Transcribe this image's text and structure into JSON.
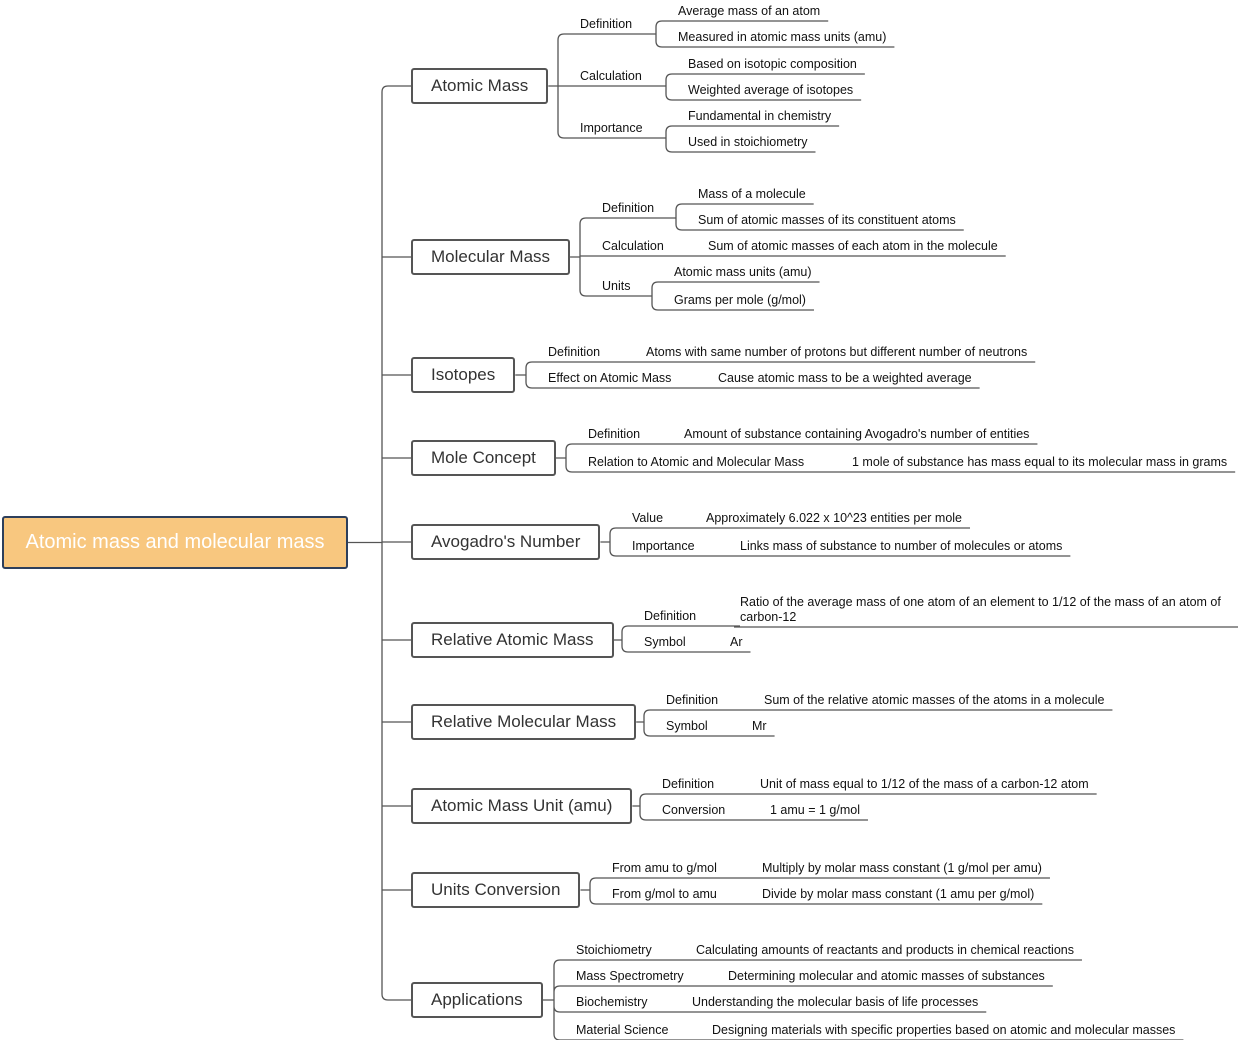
{
  "root": {
    "label": "Atomic mass and molecular mass",
    "color": "#f8c77f",
    "border": "#2d3f5c"
  },
  "topics": [
    {
      "label": "Atomic Mass",
      "subtopics": [
        {
          "label": "Definition",
          "details": [
            "Average mass of an atom",
            "Measured in atomic mass units (amu)"
          ]
        },
        {
          "label": "Calculation",
          "details": [
            "Based on isotopic composition",
            "Weighted average of isotopes"
          ]
        },
        {
          "label": "Importance",
          "details": [
            "Fundamental in chemistry",
            "Used in stoichiometry"
          ]
        }
      ]
    },
    {
      "label": "Molecular Mass",
      "subtopics": [
        {
          "label": "Definition",
          "details": [
            "Mass of a molecule",
            "Sum of atomic masses of its constituent atoms"
          ]
        },
        {
          "label": "Calculation",
          "details": [
            "Sum of atomic masses of each atom in the molecule"
          ]
        },
        {
          "label": "Units",
          "details": [
            "Atomic mass units (amu)",
            "Grams per mole (g/mol)"
          ]
        }
      ]
    },
    {
      "label": "Isotopes",
      "subtopics": [
        {
          "label": "Definition",
          "details": [
            "Atoms with same number of protons but different number of neutrons"
          ]
        },
        {
          "label": "Effect on Atomic Mass",
          "details": [
            "Cause atomic mass to be a weighted average"
          ]
        }
      ]
    },
    {
      "label": "Mole Concept",
      "subtopics": [
        {
          "label": "Definition",
          "details": [
            "Amount of substance containing Avogadro's number of entities"
          ]
        },
        {
          "label": "Relation to Atomic and Molecular Mass",
          "details": [
            "1 mole of substance has mass equal to its molecular mass in grams"
          ]
        }
      ]
    },
    {
      "label": "Avogadro's Number",
      "subtopics": [
        {
          "label": "Value",
          "details": [
            "Approximately 6.022 x 10^23 entities per mole"
          ]
        },
        {
          "label": "Importance",
          "details": [
            "Links mass of substance to number of molecules or atoms"
          ]
        }
      ]
    },
    {
      "label": "Relative Atomic Mass",
      "subtopics": [
        {
          "label": "Definition",
          "details": [
            "Ratio of the average mass of one atom of an element to 1/12 of the mass of an atom of carbon-12"
          ]
        },
        {
          "label": "Symbol",
          "details": [
            "Ar"
          ]
        }
      ]
    },
    {
      "label": "Relative Molecular Mass",
      "subtopics": [
        {
          "label": "Definition",
          "details": [
            "Sum of the relative atomic masses of the atoms in a molecule"
          ]
        },
        {
          "label": "Symbol",
          "details": [
            "Mr"
          ]
        }
      ]
    },
    {
      "label": "Atomic Mass Unit (amu)",
      "subtopics": [
        {
          "label": "Definition",
          "details": [
            "Unit of mass equal to 1/12 of the mass of a carbon-12 atom"
          ]
        },
        {
          "label": "Conversion",
          "details": [
            "1 amu = 1 g/mol"
          ]
        }
      ]
    },
    {
      "label": "Units Conversion",
      "subtopics": [
        {
          "label": "From amu to g/mol",
          "details": [
            "Multiply by molar mass constant (1 g/mol per amu)"
          ]
        },
        {
          "label": "From g/mol to amu",
          "details": [
            "Divide by molar mass constant (1 amu per g/mol)"
          ]
        }
      ]
    },
    {
      "label": "Applications",
      "subtopics": [
        {
          "label": "Stoichiometry",
          "details": [
            "Calculating amounts of reactants and products in chemical reactions"
          ]
        },
        {
          "label": "Mass Spectrometry",
          "details": [
            "Determining molecular and atomic masses of substances"
          ]
        },
        {
          "label": "Biochemistry",
          "details": [
            "Understanding the molecular basis of life processes"
          ]
        },
        {
          "label": "Material Science",
          "details": [
            "Designing materials with specific properties based on atomic and molecular masses"
          ]
        }
      ]
    }
  ]
}
